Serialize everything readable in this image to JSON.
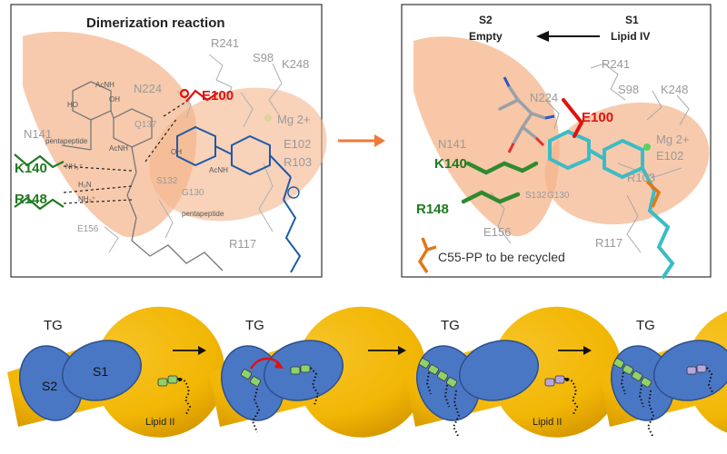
{
  "colors": {
    "highlight": "#f4b48a",
    "residue_red": "#e0120f",
    "residue_green": "#1f7a1f",
    "residue_grey": "#9a9a9a",
    "arrow_orange": "#f07a3a",
    "tg_domain": "#f2b705",
    "site_blue": "#4a77c4",
    "lipid_ii_green": "#8fd16a",
    "lipid_ii_purple": "#b8a6dc",
    "chain": "#111111"
  },
  "left_panel": {
    "title": "Dimerization reaction",
    "residues_grey": [
      "R241",
      "S98",
      "K248",
      "N224",
      "Q137",
      "N141",
      "Mg 2+",
      "E102",
      "R103",
      "S132",
      "G130",
      "E156",
      "R117"
    ],
    "residue_red": "E100",
    "residues_green": [
      "K140",
      "R148"
    ],
    "chem_labels": [
      "AcNH",
      "OH",
      "HO",
      "pentapeptide",
      "AcNH",
      "NH₃⁺",
      "H₂N",
      "NH₃⁺",
      "pentapeptide",
      "AcNH",
      "OH"
    ]
  },
  "right_panel": {
    "s2_label": "S2",
    "s2_state": "Empty",
    "s1_label": "S1",
    "s1_state": "Lipid IV",
    "residues_grey": [
      "R241",
      "N224",
      "S98",
      "K248",
      "N141",
      "Mg 2+",
      "E102",
      "R103",
      "S132",
      "G130",
      "E156",
      "R117"
    ],
    "residue_red": "E100",
    "residues_green": [
      "K140",
      "R148"
    ],
    "recycle_note": "C55-PP to be recycled"
  },
  "bottom_row": {
    "domain_label": "TG",
    "site_s2": "S2",
    "site_s1": "S1",
    "substrate_label": "Lipid II"
  }
}
